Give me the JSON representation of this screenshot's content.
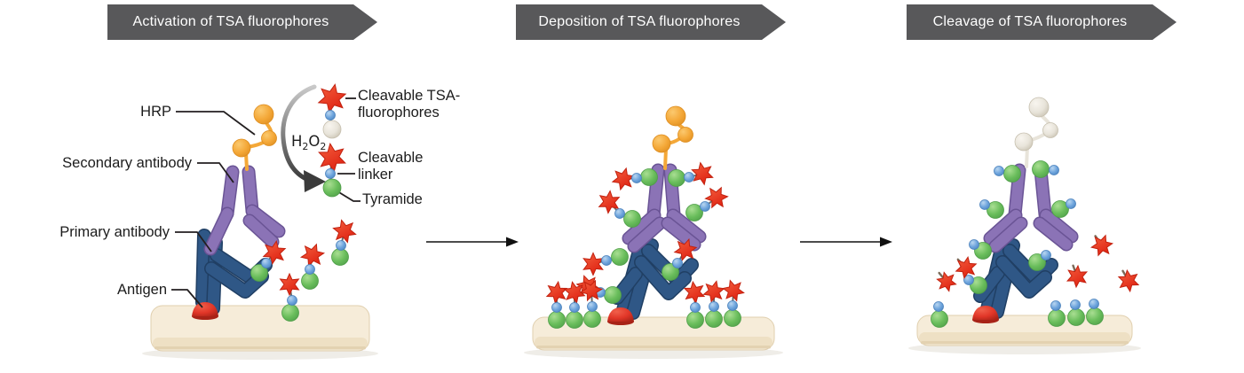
{
  "figure": {
    "title_context": "Cleavable TSA fluorophore staining workflow",
    "banners": [
      {
        "label": "Activation of TSA fluorophores"
      },
      {
        "label": "Deposition of TSA fluorophores"
      },
      {
        "label": "Cleavage of TSA fluorophores"
      }
    ],
    "panel1_labels": {
      "hrp": "HRP",
      "secondary_antibody": "Secondary antibody",
      "primary_antibody": "Primary antibody",
      "antigen": "Antigen",
      "h2o2": {
        "b1": "H",
        "s1": "2",
        "b2": "O",
        "s2": "2"
      },
      "cleavable_tsa_line1": "Cleavable TSA-",
      "cleavable_tsa_line2": "fluorophores",
      "cleavable_linker_line1": "Cleavable",
      "cleavable_linker_line2": "linker",
      "tyramide": "Tyramide"
    },
    "icons": {
      "stage_banner": "gray-chevron-banner",
      "process_arrow_icon": "black-right-arrow",
      "h2o2_arrow_icon": "gray-curved-arrow",
      "fluorophore_icon": "red-star-burst",
      "linker_icon": "small-blue-sphere",
      "tyramide_icon": "green-sphere",
      "inactive_tyramide_icon": "white-sphere",
      "hrp_icon": "orange-sphere-cluster",
      "inactive_hrp_icon": "white-sphere-cluster",
      "antibody_icon": "y-shaped-capsules",
      "antigen_icon": "red-dome",
      "slide_icon": "beige-slab"
    },
    "colors": {
      "banner": "#58585a",
      "banner_text": "#ffffff",
      "label_text": "#1c1c1c",
      "leader": "#231f20",
      "process_arrow": "#111111",
      "star_red": "#e5301f",
      "star_red_dark": "#c2210f",
      "tyramide_green": "#69bd5b",
      "green_dark": "#4f9e49",
      "linker_blue": "#6ca3dc",
      "linker_blue_dark": "#4b82bd",
      "secondary_purple": "#8b73b6",
      "purple_dark": "#6a5495",
      "primary_navy": "#2f5786",
      "navy_dark": "#203f64",
      "hrp_orange": "#f4a838",
      "orange_dark": "#dd8d20",
      "inactive_ivory": "#e8e4da",
      "ivory_dark": "#c6bfae",
      "slab_top": "#f6ecd9",
      "slab_front": "#eee0c4",
      "slab_edge": "#e0cfae",
      "antigen_red": "#e13628",
      "antigen_dark": "#a82317",
      "h2o2_arrow_start": "#c9c9c9",
      "h2o2_arrow_end": "#3b3b3b"
    }
  }
}
